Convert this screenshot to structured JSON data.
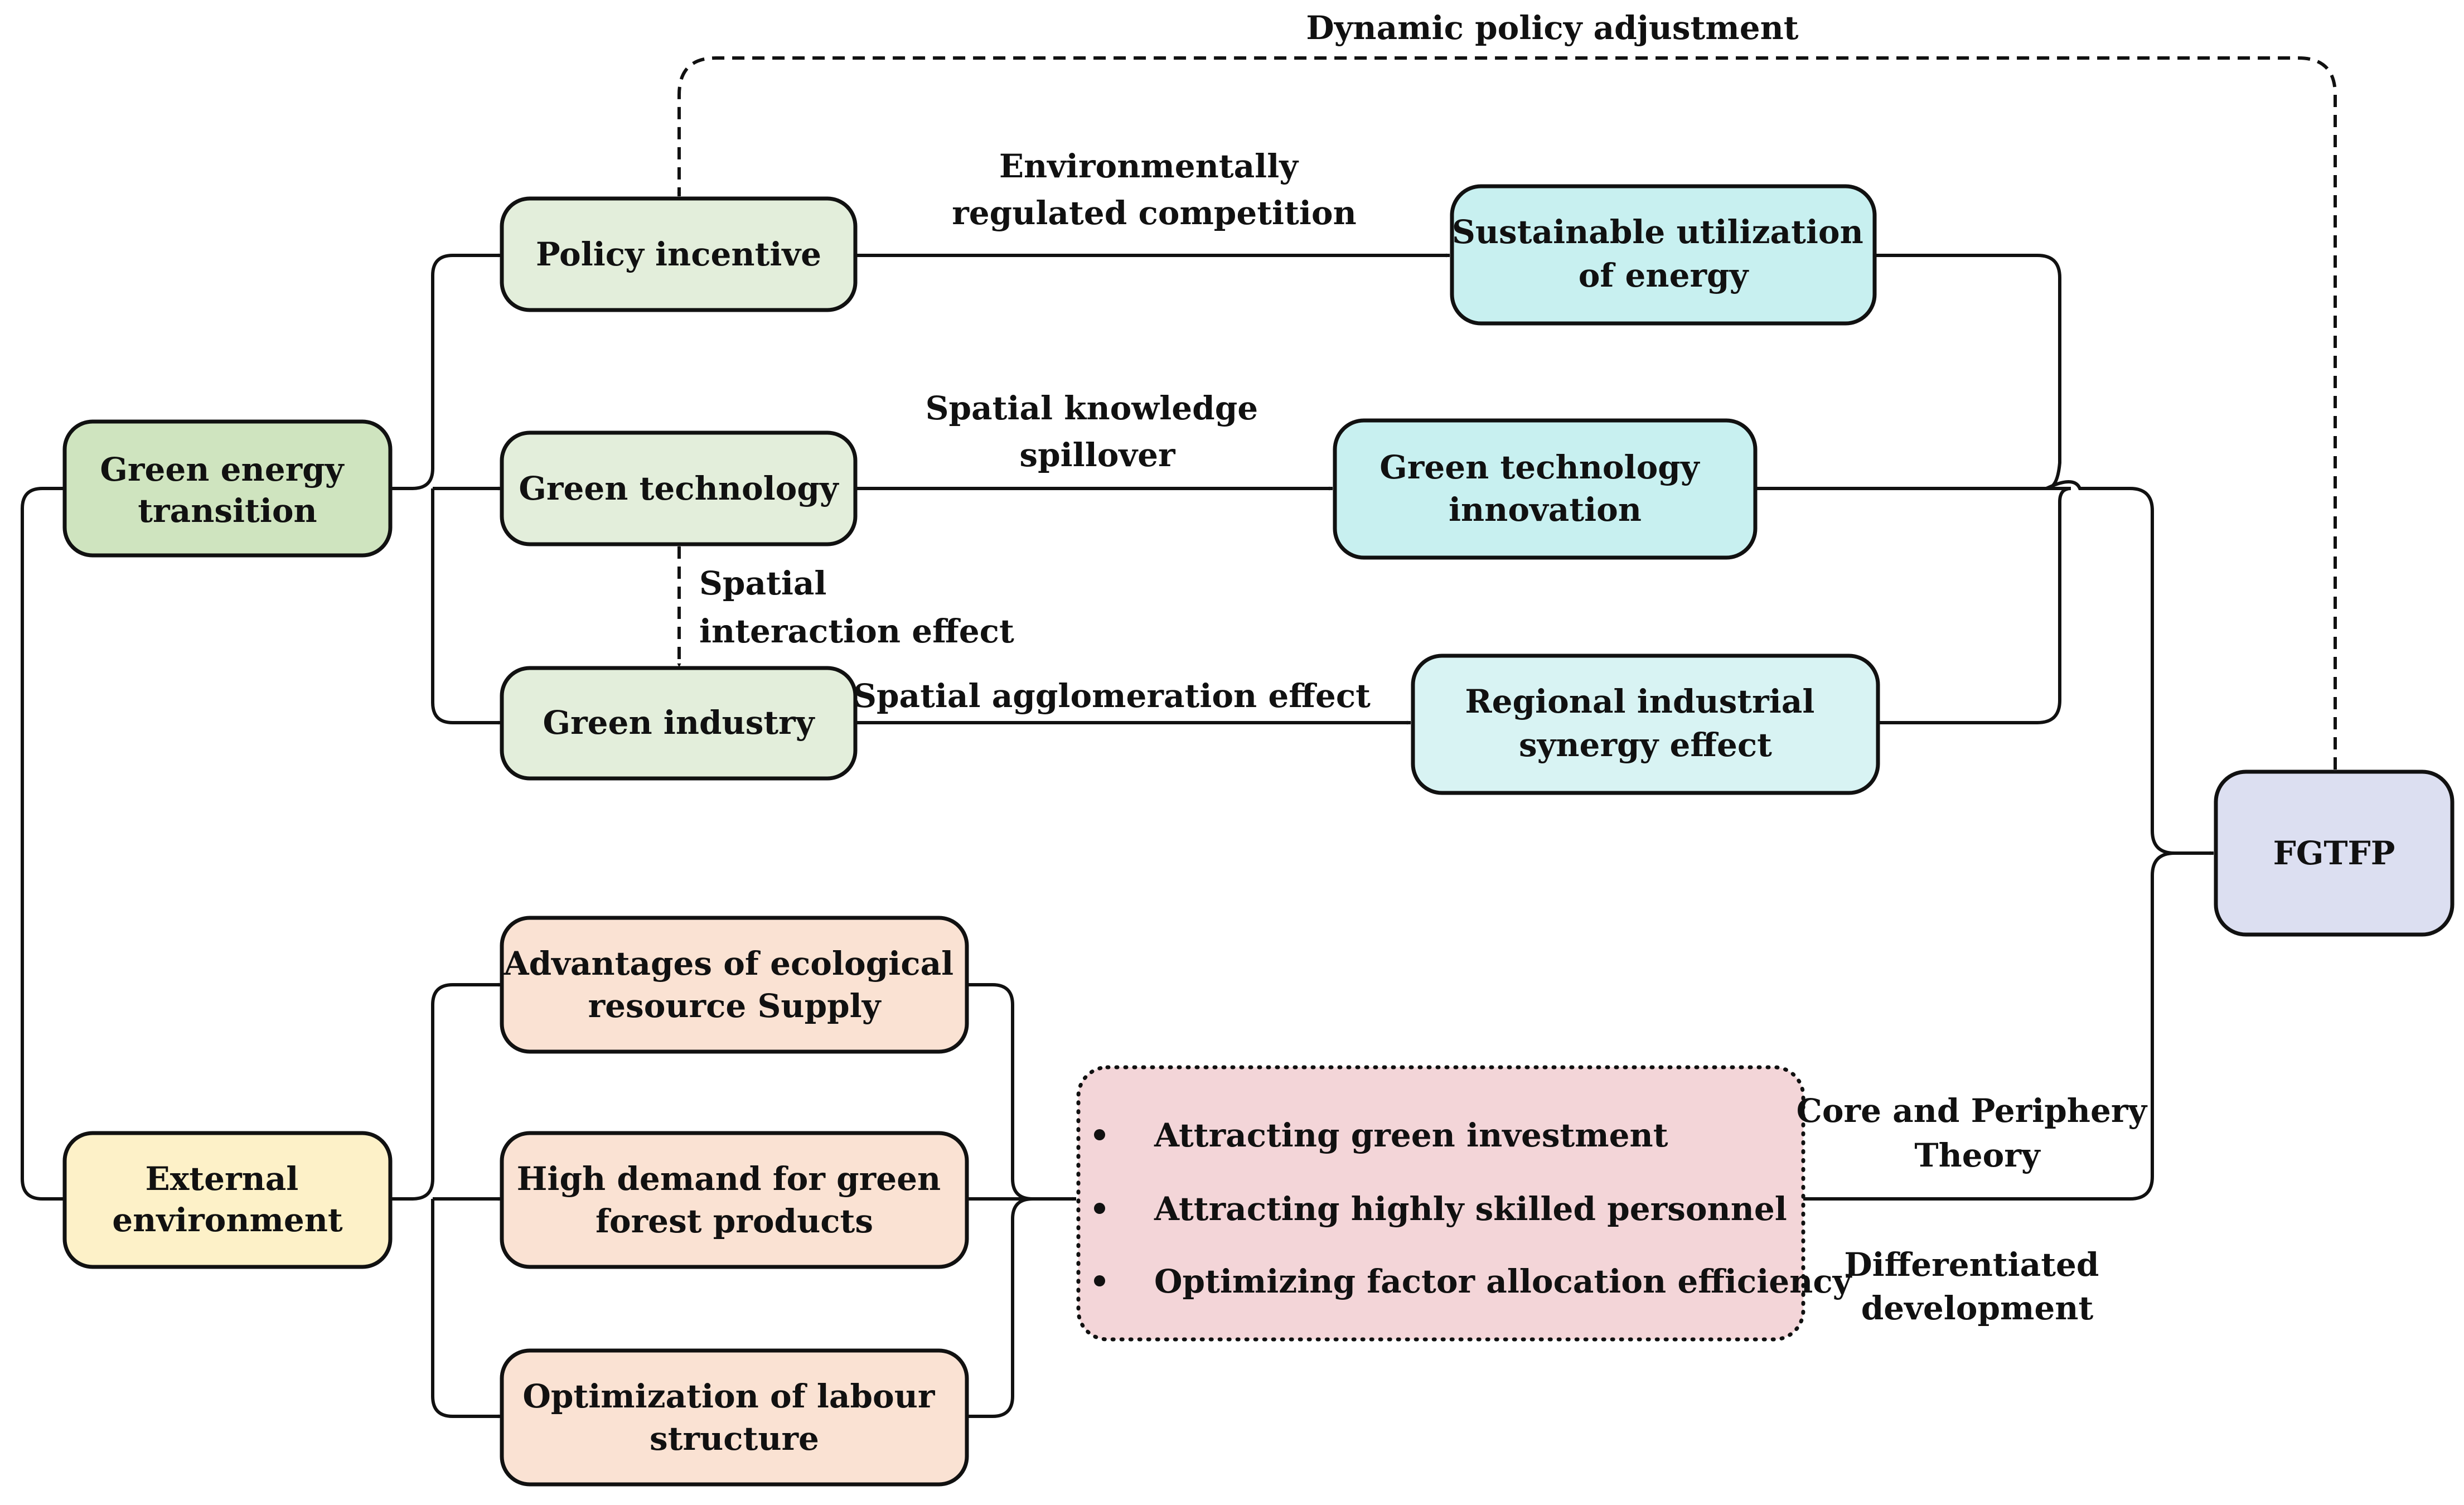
{
  "colors": {
    "source_green": "#cfe4bf",
    "source_yellow": "#fdf1c8",
    "mediator_green": "#e3eedb",
    "outcome_cyan": "#c8f0f0",
    "outcome_cyan_light": "#d8f3f3",
    "mediator_orange": "#fae2d3",
    "bullet_box_pink": "#f3d5d8",
    "target_lavender": "#dcdff1",
    "line": "#111111"
  },
  "nodes": {
    "green_energy_transition": [
      "Green energy",
      "transition"
    ],
    "external_environment": [
      "External",
      "environment"
    ],
    "policy_incentive": [
      "Policy incentive"
    ],
    "green_technology": [
      "Green technology"
    ],
    "green_industry": [
      "Green industry"
    ],
    "sustainable_utilization": [
      "Sustainable utilization",
      "of energy"
    ],
    "green_technology_innovation": [
      "Green technology",
      "innovation"
    ],
    "regional_industrial_synergy": [
      "Regional industrial",
      "synergy effect"
    ],
    "ecological_resource_supply": [
      "Advantages of ecological",
      "resource Supply"
    ],
    "green_forest_demand": [
      "High demand for green",
      "forest products"
    ],
    "labour_structure": [
      "Optimization of labour",
      "structure"
    ],
    "fgtfp": [
      "FGTFP"
    ]
  },
  "bullet_box": {
    "items": [
      "Attracting green investment",
      "Attracting highly skilled personnel",
      "Optimizing factor allocation efficiency"
    ]
  },
  "edge_labels": {
    "dynamic_policy_adjustment": [
      "Dynamic policy adjustment"
    ],
    "environmentally_regulated_competition": [
      "Environmentally",
      "regulated competition"
    ],
    "spatial_knowledge_spillover": [
      "Spatial knowledge",
      "spillover"
    ],
    "spatial_interaction_effect": [
      "Spatial",
      "interaction effect"
    ],
    "spatial_agglomeration_effect": [
      "Spatial agglomeration effect"
    ],
    "core_periphery_theory": [
      "Core and Periphery",
      "Theory"
    ],
    "differentiated_development": [
      "Differentiated",
      "development"
    ]
  }
}
